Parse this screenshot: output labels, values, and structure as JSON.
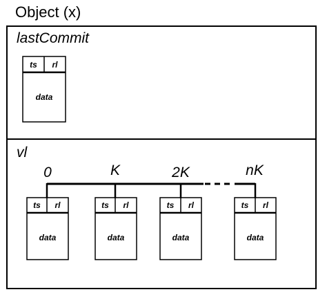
{
  "title": "Object (x)",
  "last_commit": {
    "label": "lastCommit",
    "record": {
      "ts": "ts",
      "rl": "rl",
      "data": "data"
    }
  },
  "vl": {
    "label": "vl",
    "entries": [
      {
        "index": "0",
        "ts": "ts",
        "rl": "rl",
        "data": "data"
      },
      {
        "index": "K",
        "ts": "ts",
        "rl": "rl",
        "data": "data"
      },
      {
        "index": "2K",
        "ts": "ts",
        "rl": "rl",
        "data": "data"
      },
      {
        "index": "nK",
        "ts": "ts",
        "rl": "rl",
        "data": "data"
      }
    ]
  },
  "colors": {
    "stroke": "#000000",
    "background": "#ffffff"
  }
}
